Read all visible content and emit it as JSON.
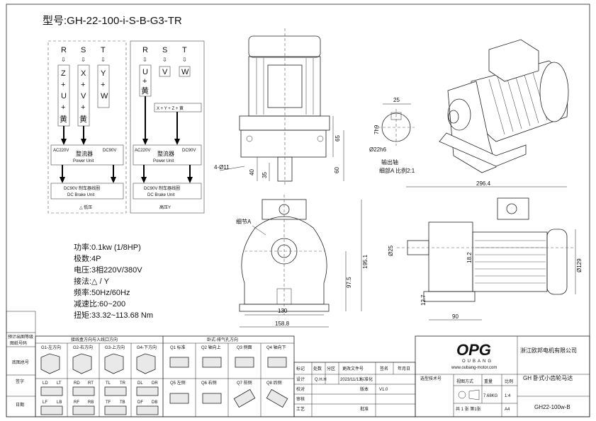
{
  "model": "型号:GH-22-100-i-S-B-G3-TR",
  "wiring_low": {
    "phases": [
      "R",
      "S",
      "T"
    ],
    "terminals": [
      "Z",
      "X",
      "Y"
    ],
    "plus": "+",
    "second": [
      "U",
      "V",
      "W"
    ],
    "yellow": "黄",
    "ac": "AC220V",
    "dc": "DC90V",
    "rectifier_cn": "整流器",
    "rectifier_en": "Power Unit",
    "brake_cn": "DC90V 制车器线圈",
    "brake_en": "DC Brake Unit",
    "caption": "△ 低压"
  },
  "wiring_high": {
    "phases": [
      "R",
      "S",
      "T"
    ],
    "u_box": [
      "U",
      "+",
      "黄"
    ],
    "v_box": "V",
    "w_box": "W",
    "join": "X + Y + Z + 黄",
    "ac": "AC220V",
    "dc": "DC90V",
    "rectifier_cn": "整流器",
    "rectifier_en": "Power Unit",
    "brake_cn": "DC90V 制车器线圈",
    "brake_en": "DC Brake Unit",
    "caption": "高压Y"
  },
  "specs": [
    "功率:0.1kw (1/8HP)",
    "极数:4P",
    "电压:3相220V/380V",
    "接法:△ / Y",
    "频率:50Hz/60Hz",
    "减速比:60~200",
    "扭矩:33.32~113.68 Nm"
  ],
  "dimensions": {
    "top_view": [
      "65",
      "60",
      "40",
      "35",
      "4-Ø11"
    ],
    "shaft_detail": [
      "25",
      "7h9",
      "Ø22h6",
      "输出轴",
      "细部A 比例2:1"
    ],
    "side_view": [
      "296.4",
      "Ø25",
      "18.2",
      "Ø129",
      "12.7",
      "90"
    ],
    "front_view": [
      "细节A",
      "195.1",
      "97.5",
      "130",
      "158.8"
    ]
  },
  "mount_table": {
    "title_left": "接线盒方向与入线口方向",
    "title_right": "卧式-排气孔方向",
    "groups": [
      "G1-左方向",
      "G2-右方向",
      "G3-上方向",
      "G4-下方向"
    ],
    "sub_codes": [
      "LD",
      "LT",
      "RD",
      "RT",
      "TL",
      "TR",
      "DL",
      "DR",
      "LF",
      "LB",
      "RF",
      "RB",
      "TF",
      "TB",
      "DF",
      "DB"
    ],
    "vent": [
      "Q1 标准",
      "Q2 轴向上",
      "Q3 侧面",
      "Q4 轴向下",
      "Q5 左侧",
      "Q6 右侧",
      "Q7 前侧",
      "Q8 后侧"
    ]
  },
  "revision_labels": [
    "标记",
    "处数",
    "分区",
    "更改文件号",
    "签名",
    "年月日"
  ],
  "revision_row": [
    "设计",
    "Q.H.H",
    "2023/11/13",
    "标准化"
  ],
  "approval_labels": [
    "校对",
    "审核",
    "工艺",
    "批准"
  ],
  "version_label": "版本",
  "version": "V1.0",
  "side_labels": [
    "预计出图等级",
    "图纸号码",
    "底图总号",
    "签字",
    "日期"
  ],
  "title_block": {
    "logo": "OPG",
    "logo_sub": "OUBANG",
    "website": "www.oubang-motor.com",
    "company": "浙江欧邦电机有限公司",
    "product": "GH 卧式小齿轮马达",
    "selection_label": "选型技术号",
    "view_label": "视图方式",
    "weight_label": "重量",
    "weight": "7.68KG",
    "scale_label": "比例",
    "scale": "1:4",
    "sheets": "共 1 张 第1张",
    "paper": "A4",
    "drawing_no": "GH22-100w-B"
  },
  "colors": {
    "line": "#222222",
    "paper": "#ffffff"
  }
}
